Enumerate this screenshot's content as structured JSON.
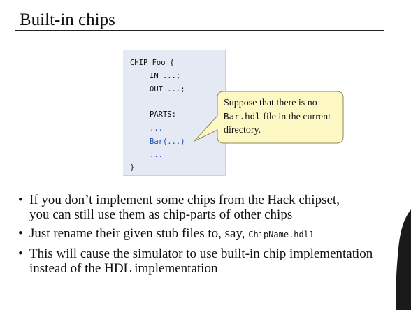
{
  "slide": {
    "title": "Built-in chips",
    "code": {
      "line1": "CHIP Foo {",
      "line2": "IN ...;",
      "line3": "OUT ...;",
      "line4": "PARTS:",
      "line5": "...",
      "line6": "Bar(...)",
      "line7": "...",
      "line8": "}"
    },
    "callout": {
      "part1": "Suppose that there is no ",
      "code": "Bar.hdl",
      "part2": " file in the current directory."
    },
    "bullets": {
      "b1_line1": "If you don’t implement some chips from the Hack chipset,",
      "b1_line2": "you can still use them as chip-parts of other chips",
      "b2_text": "Just rename their given stub files to, say, ",
      "b2_code": "ChipName.hdl1",
      "b3_line1": "This will cause the simulator to use built-in chip implementation",
      "b3_line2": "instead of the HDL implementation",
      "marker": "•"
    }
  },
  "colors": {
    "code_box_bg": "#e4e9f4",
    "callout_bg": "#fdf8c4",
    "callout_border": "#8a8a5a",
    "code_blue": "#1f4fb5"
  }
}
